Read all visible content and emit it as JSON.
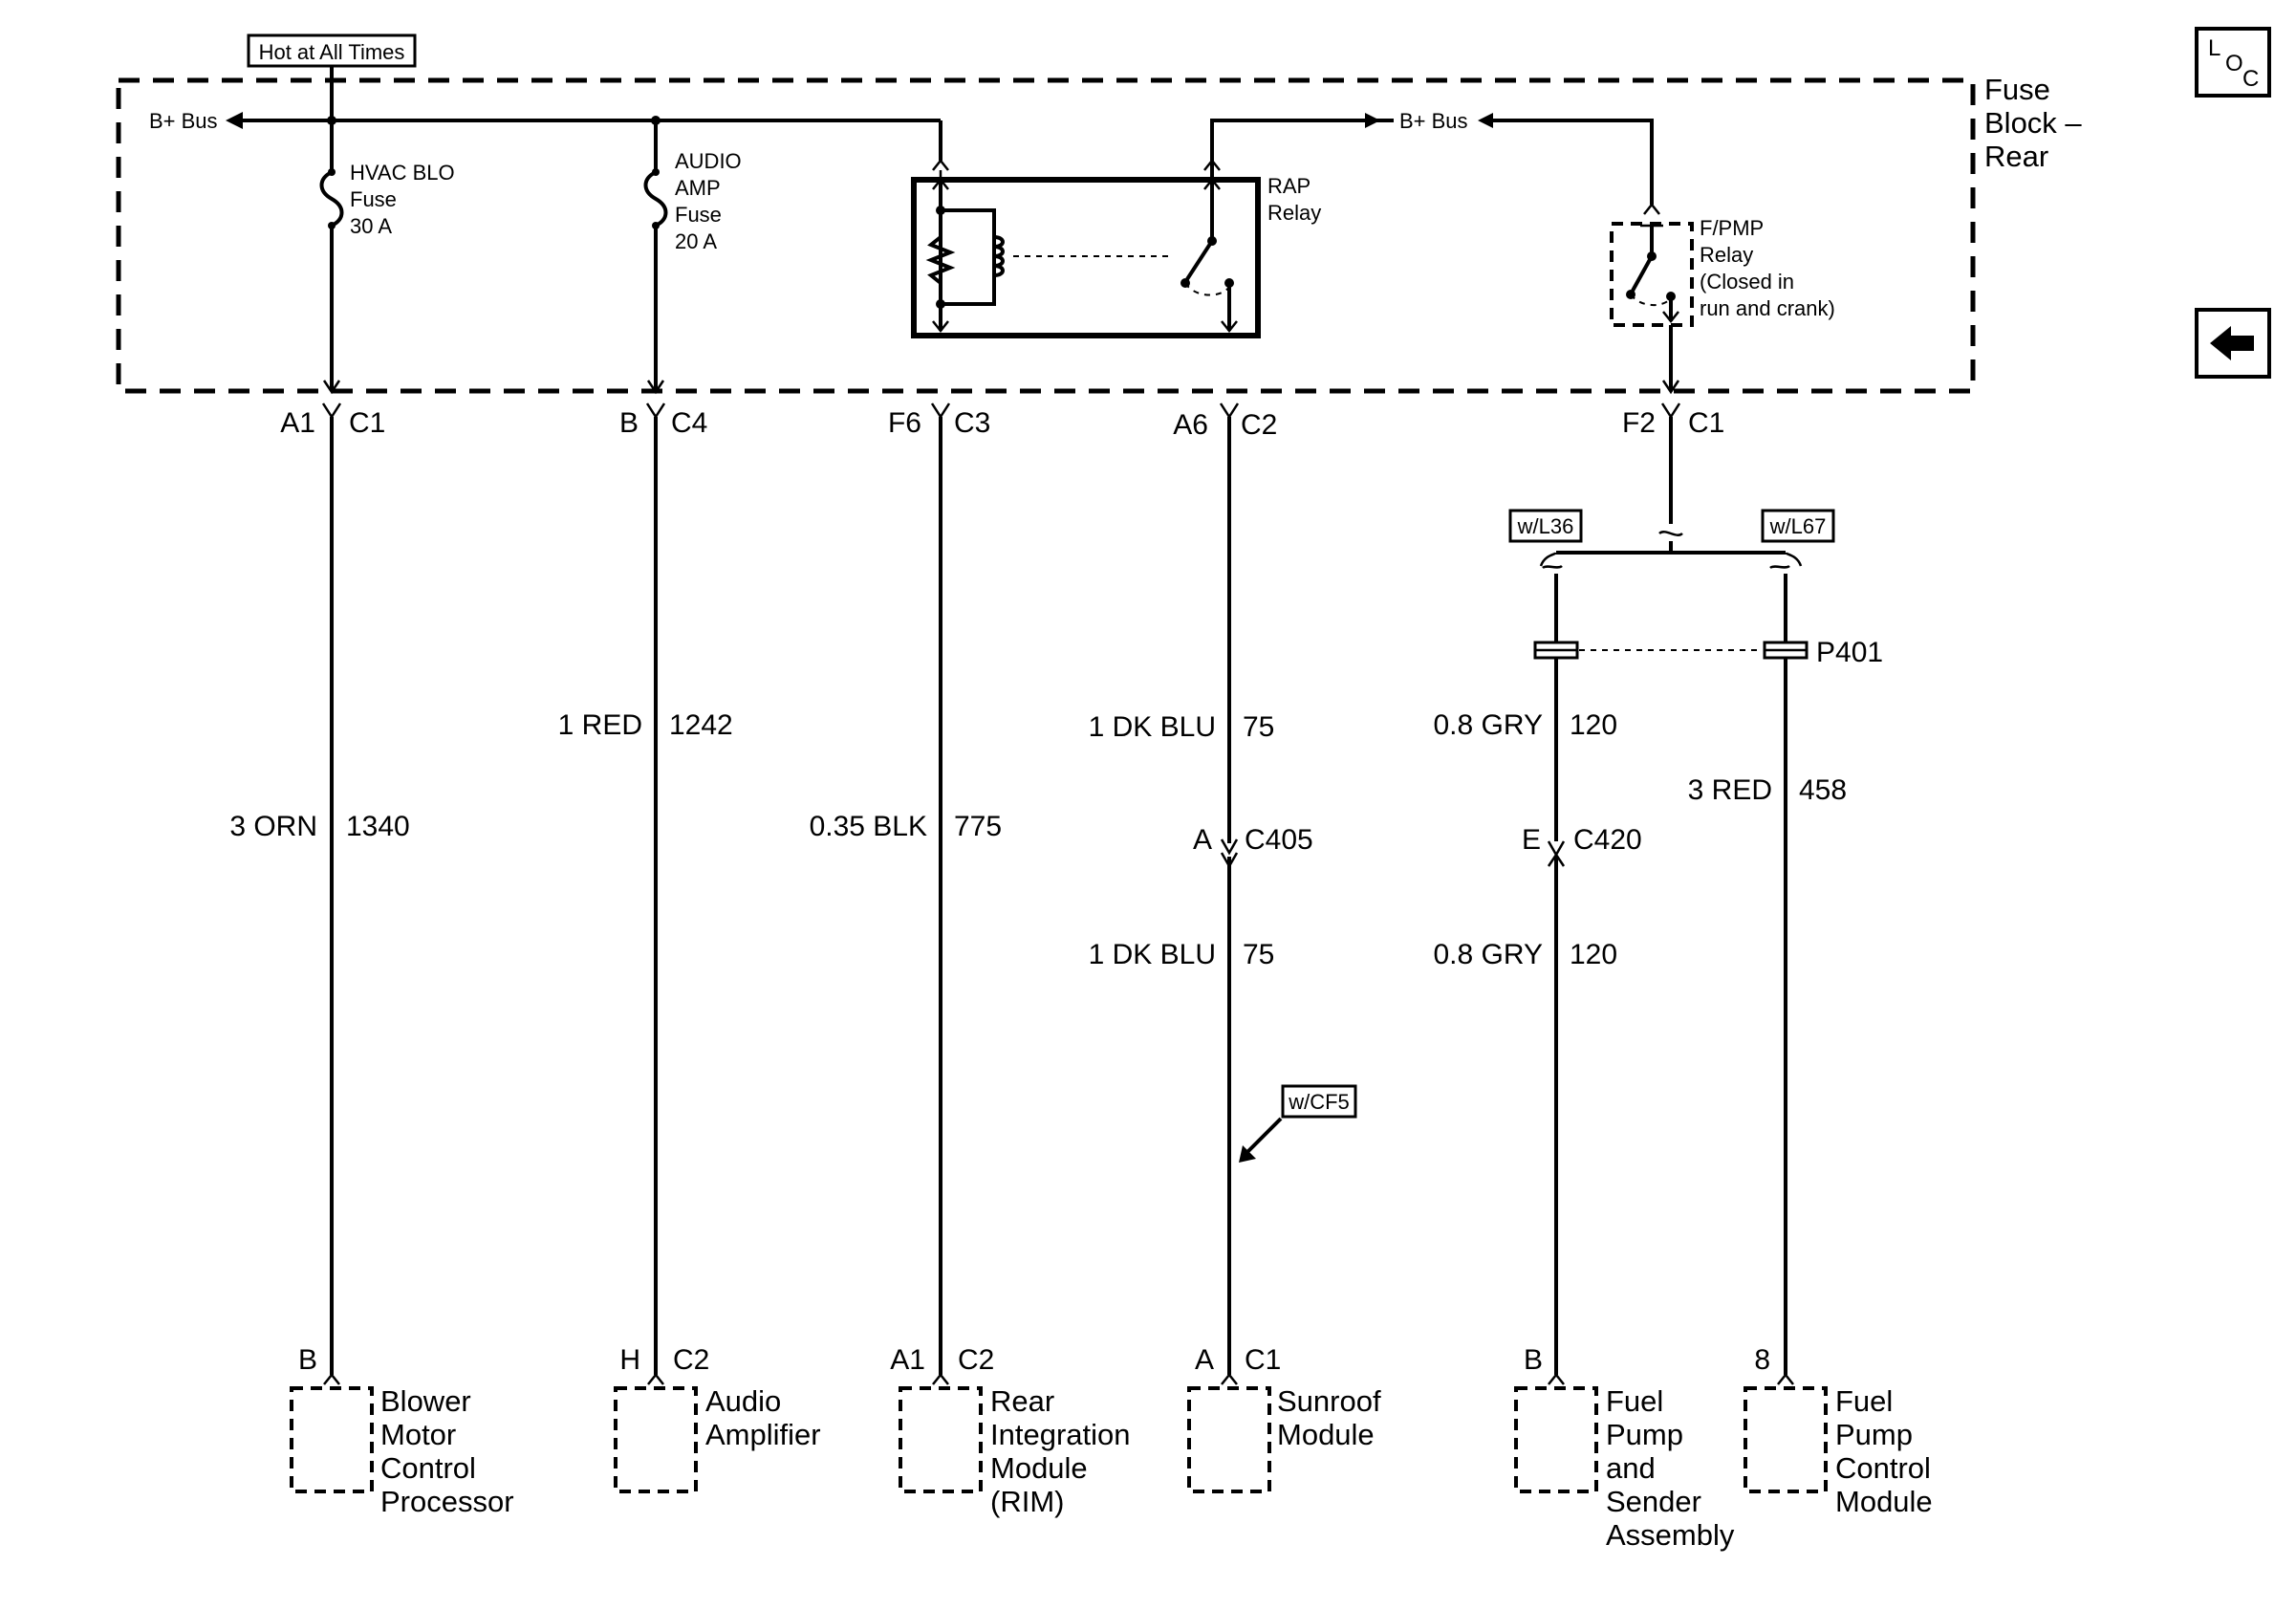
{
  "header": {
    "hot_label": "Hot at All Times",
    "fuse_block_label": [
      "Fuse",
      "Block –",
      "Rear"
    ],
    "loc_button": {
      "l": "L",
      "o": "O",
      "c": "C"
    },
    "back_icon": "left-arrow-icon"
  },
  "bus": {
    "left_label": "B+ Bus",
    "right_label": "B+ Bus"
  },
  "fuses": {
    "hvac": [
      "HVAC BLO",
      "Fuse",
      "30 A"
    ],
    "audio": [
      "AUDIO",
      "AMP",
      "Fuse",
      "20 A"
    ]
  },
  "relays": {
    "rap": [
      "RAP",
      "Relay"
    ],
    "fpmp": [
      "F/PMP",
      "Relay",
      "(Closed in",
      "run and crank)"
    ]
  },
  "connectors": {
    "a1": "A1",
    "c1a": "C1",
    "b": "B",
    "c4": "C4",
    "f6": "F6",
    "c3": "C3",
    "a6": "A6",
    "c2": "C2",
    "f2": "F2",
    "c1b": "C1"
  },
  "options": {
    "l36": "w/L36",
    "l67": "w/L67",
    "cf5": "w/CF5"
  },
  "splice": "P401",
  "wires": {
    "w1": {
      "size": "3 ORN",
      "circuit": "1340"
    },
    "w2": {
      "size": "1 RED",
      "circuit": "1242"
    },
    "w3": {
      "size": "0.35 BLK",
      "circuit": "775"
    },
    "w4a": {
      "size": "1 DK BLU",
      "circuit": "75"
    },
    "w4b": {
      "size": "1 DK BLU",
      "circuit": "75"
    },
    "w5a": {
      "size": "0.8 GRY",
      "circuit": "120"
    },
    "w5b": {
      "size": "0.8 GRY",
      "circuit": "120"
    },
    "w6": {
      "size": "3 RED",
      "circuit": "458"
    }
  },
  "inline": {
    "c405_pin": "A",
    "c405": "C405",
    "c420_pin": "E",
    "c420": "C420"
  },
  "terminals": {
    "blower": "B",
    "audio_pin": "H",
    "audio_conn": "C2",
    "rim_pin": "A1",
    "rim_conn": "C2",
    "sunroof_pin": "A",
    "sunroof_conn": "C1",
    "fuel_sender": "B",
    "fuel_ctrl": "8"
  },
  "components": {
    "blower": [
      "Blower",
      "Motor",
      "Control",
      "Processor"
    ],
    "audio": [
      "Audio",
      "Amplifier"
    ],
    "rim": [
      "Rear",
      "Integration",
      "Module",
      "(RIM)"
    ],
    "sunroof": [
      "Sunroof",
      "Module"
    ],
    "fuel_sender": [
      "Fuel",
      "Pump",
      "and",
      "Sender",
      "Assembly"
    ],
    "fuel_ctrl": [
      "Fuel",
      "Pump",
      "Control",
      "Module"
    ]
  }
}
